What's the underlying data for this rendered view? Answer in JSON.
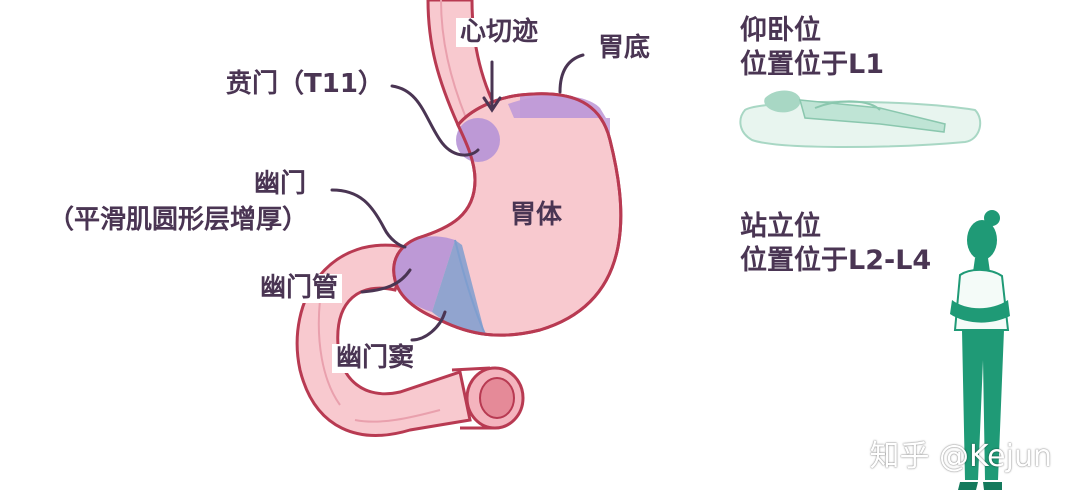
{
  "labels": {
    "cardiac_notch": "心切迹",
    "fundus": "胃底",
    "cardia": "贲门（T11）",
    "pylorus": "幽门",
    "pylorus_note": "（平滑肌圆形层增厚）",
    "pyloric_canal": "幽门管",
    "pyloric_antrum": "幽门窦",
    "body": "胃体"
  },
  "positions": {
    "supine": {
      "title": "仰卧位",
      "level": "位置位于L1"
    },
    "standing": {
      "title": "站立位",
      "level": "位置位于L2-L4"
    }
  },
  "watermark": "知乎 @Kejun",
  "colors": {
    "stomach_fill": "#f8c9cf",
    "stomach_outline": "#b83a52",
    "fundus_purple": "#c09bd8",
    "antrum_blue": "#7f9ecf",
    "label_text": "#4a3553",
    "supine_figure": "#9fd3be",
    "standing_figure": "#1f9a76"
  }
}
